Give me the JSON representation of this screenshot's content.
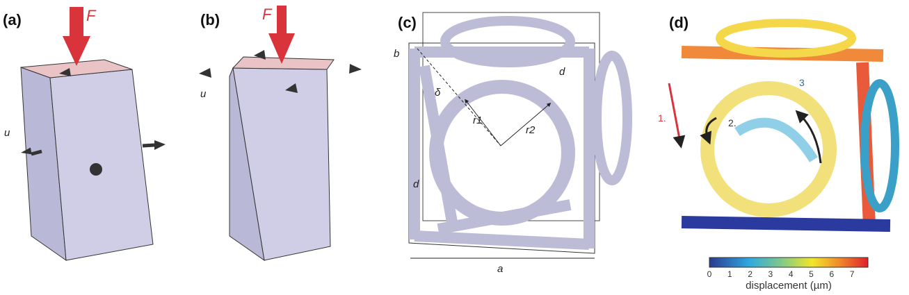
{
  "panels": {
    "a": {
      "label": "(a)",
      "force": "F",
      "displacement": "u"
    },
    "b": {
      "label": "(b)",
      "force": "F",
      "displacement": "u"
    },
    "c": {
      "label": "(c)",
      "dims": {
        "b": "b",
        "d_top": "d",
        "delta": "δ",
        "r1": "r1",
        "r2": "r2",
        "d_side": "d",
        "a": "a"
      }
    },
    "d": {
      "label": "(d)",
      "steps": [
        "1.",
        "2.",
        "3"
      ]
    }
  },
  "colorbar": {
    "ticks": [
      "0",
      "1",
      "2",
      "3",
      "4",
      "5",
      "6",
      "7"
    ],
    "label": "displacement (µm)",
    "colors": [
      "#2b3a8f",
      "#2fa8e0",
      "#7ec98a",
      "#f2e62a",
      "#f08a2a",
      "#e0202a"
    ]
  }
}
